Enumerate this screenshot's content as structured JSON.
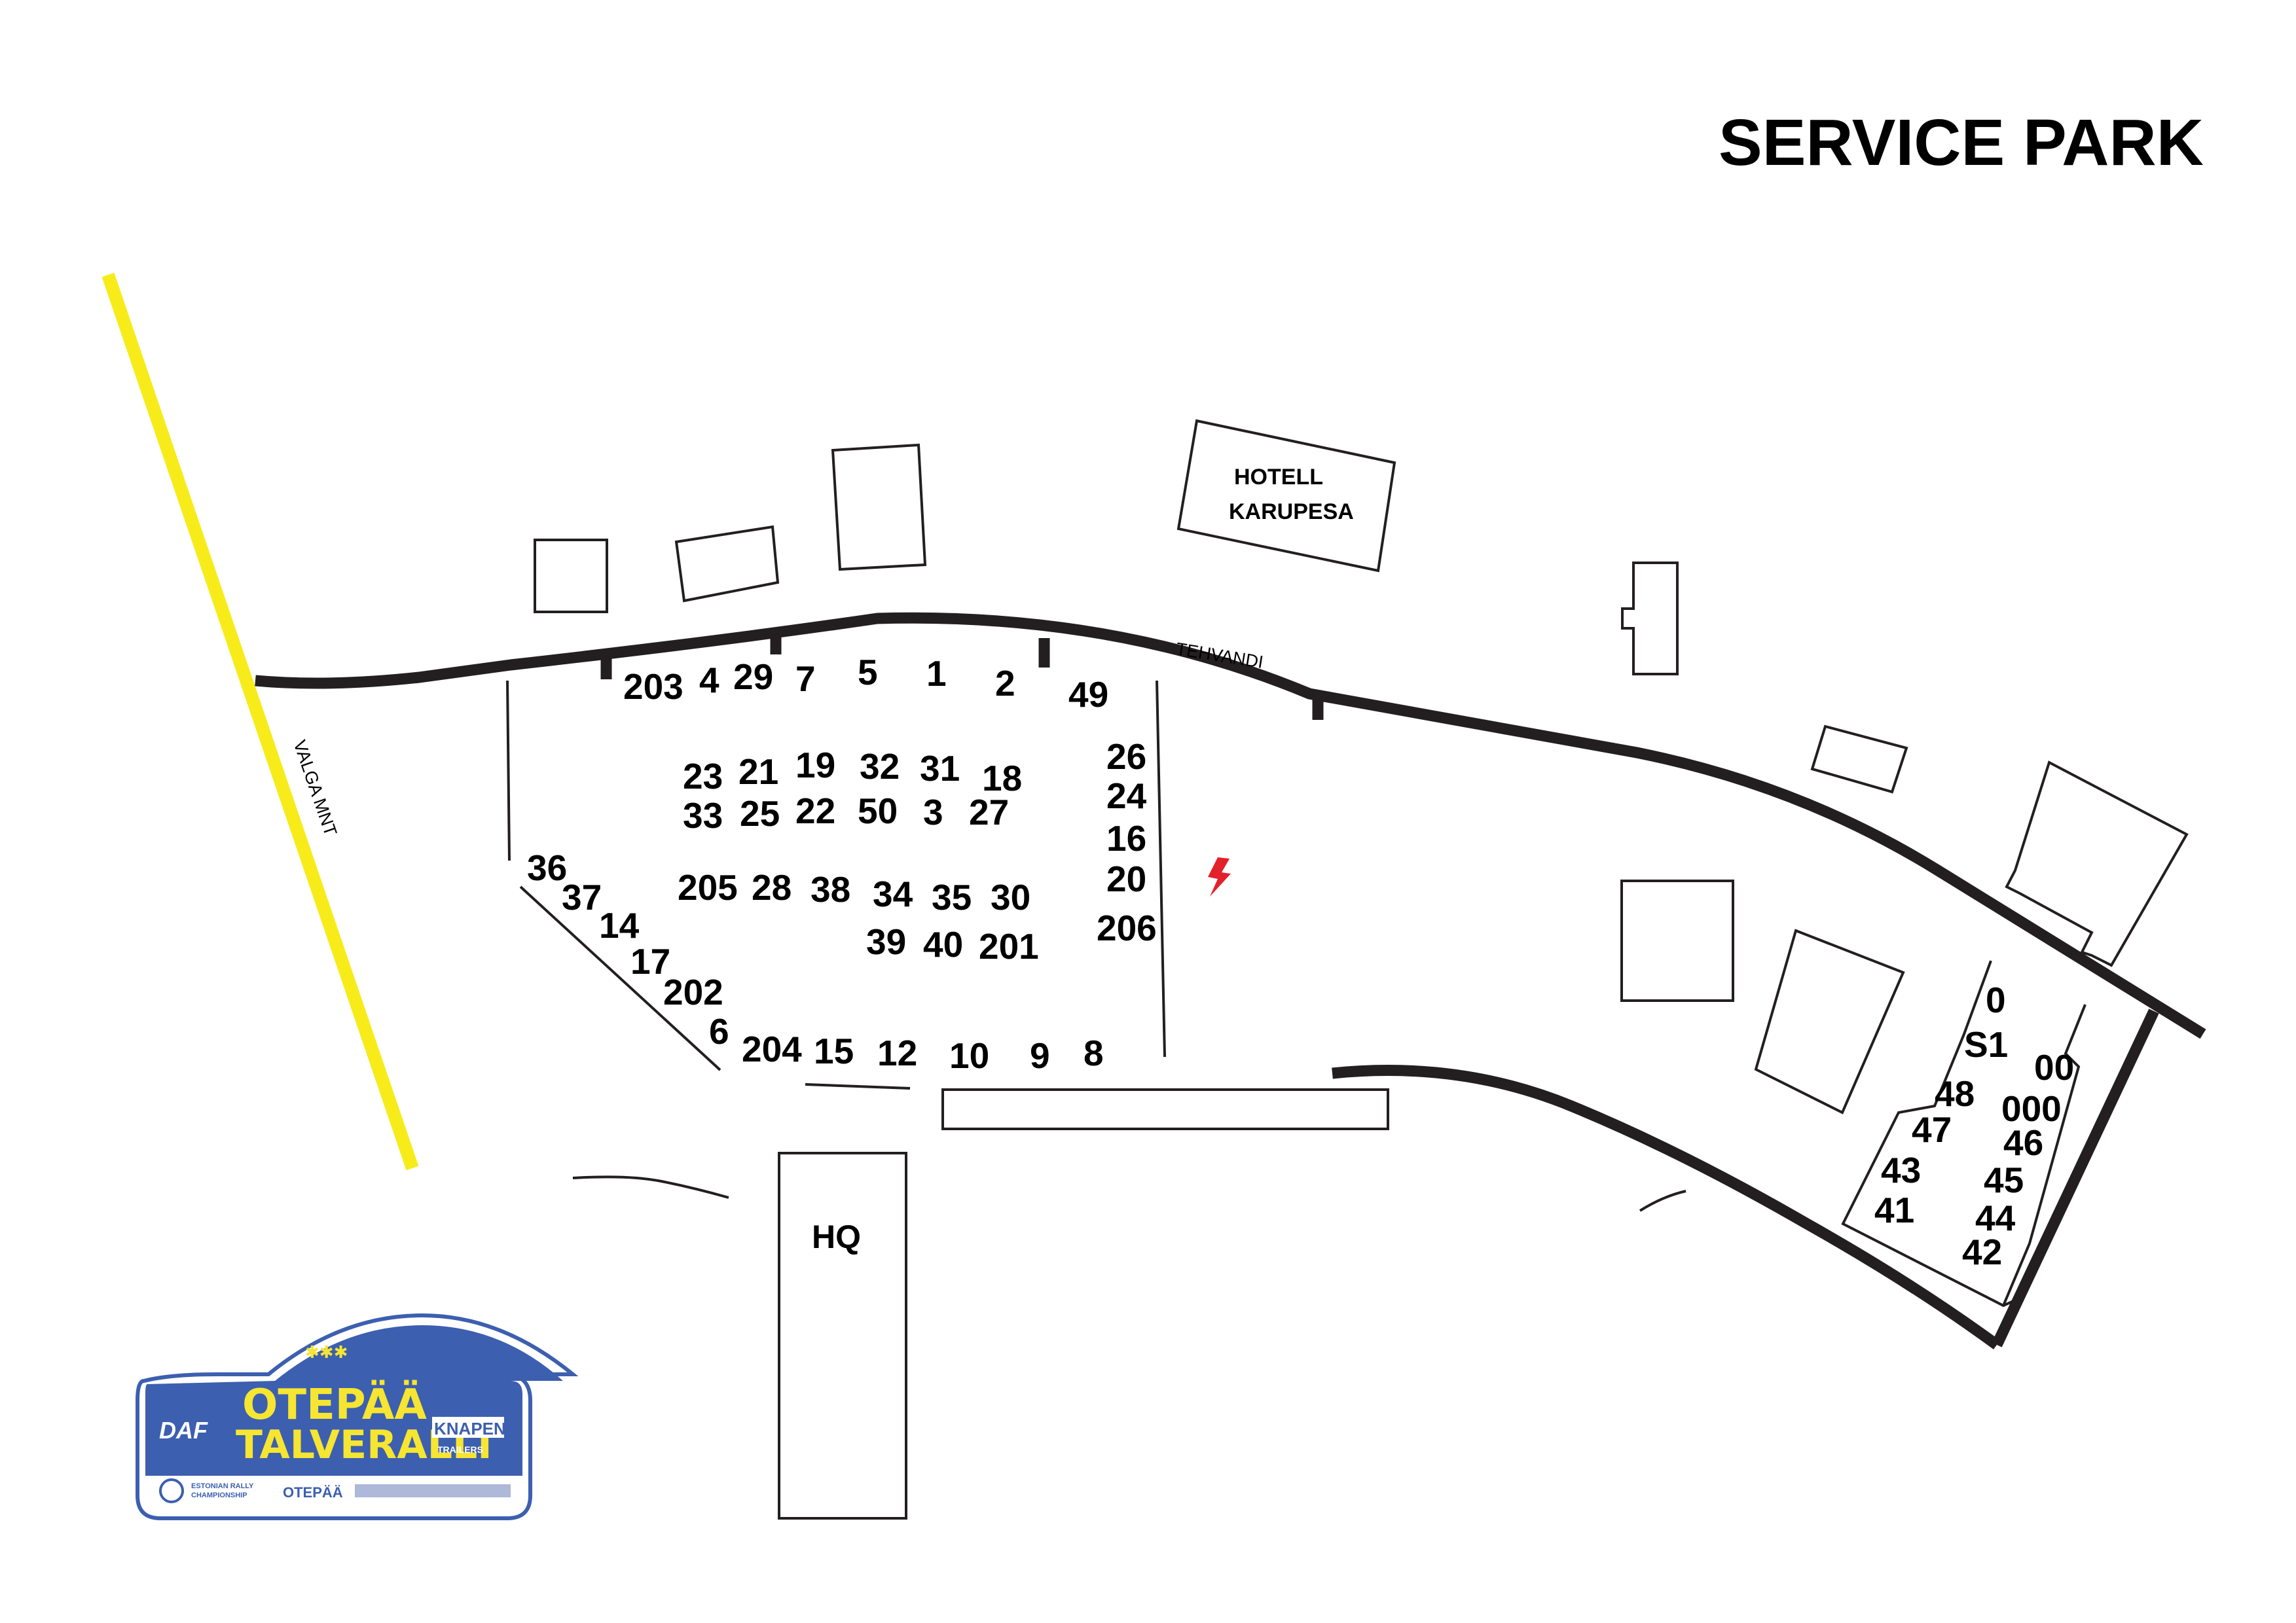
{
  "title": "SERVICE PARK",
  "roads": {
    "valga": "VALGA MNT",
    "tehvandi": "TEHVANDI"
  },
  "buildings": {
    "hotel_line1": "HOTELL",
    "hotel_line2": "KARUPESA",
    "hq": "HQ"
  },
  "colors": {
    "road": "#231f20",
    "highway": "#f7ec1a",
    "power": "#e3212a",
    "logo_blue": "#3c5fb0",
    "logo_yellow": "#f6e531"
  },
  "icons": {
    "power": "lightning-bolt-icon"
  },
  "service_numbers": {
    "top_row": [
      "203",
      "4",
      "29",
      "7",
      "5",
      "1",
      "2",
      "49"
    ],
    "row_2": [
      "23",
      "21",
      "19",
      "32",
      "31",
      "18"
    ],
    "row_3": [
      "33",
      "25",
      "22",
      "50",
      "3",
      "27"
    ],
    "right_column": [
      "26",
      "24",
      "16",
      "20",
      "206"
    ],
    "row_4": [
      "205",
      "28",
      "38",
      "34",
      "35",
      "30"
    ],
    "row_5": [
      "39",
      "40",
      "201"
    ],
    "diagonal": [
      "36",
      "37",
      "14",
      "17",
      "202",
      "6"
    ],
    "bottom_row": [
      "204",
      "15",
      "12",
      "10",
      "9",
      "8"
    ],
    "east_lot": [
      "0",
      "S1",
      "00",
      "48",
      "000",
      "47",
      "46",
      "43",
      "45",
      "41",
      "44",
      "42"
    ]
  },
  "logo": {
    "line1": "OTEPÄÄ",
    "line2": "TALVERALLI",
    "left_brand": "DAF",
    "right_brand": "KNAPEN",
    "right_sub": "TRAILERS",
    "footer_town": "OTEPÄÄ",
    "footer_series_1": "ESTONIAN RALLY",
    "footer_series_2": "CHAMPIONSHIP"
  }
}
